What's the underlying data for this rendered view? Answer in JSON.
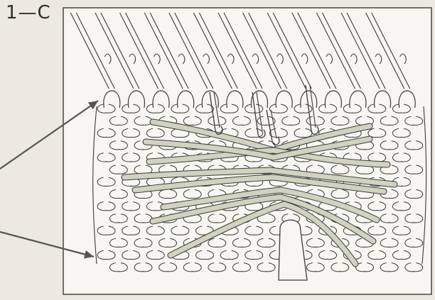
{
  "figure": {
    "label": "1—C"
  },
  "colors": {
    "background": "#ebe9e1",
    "panel": "#f7f6f1",
    "ink": "#3a3a3a",
    "yarn_highlight": "#cfd3bf",
    "arrow": "#555555"
  },
  "parts": {
    "needles": 13,
    "knit_rows": 14,
    "stitch_columns": 13,
    "transfer_hooks": 4,
    "highlighted_strands": 8
  }
}
